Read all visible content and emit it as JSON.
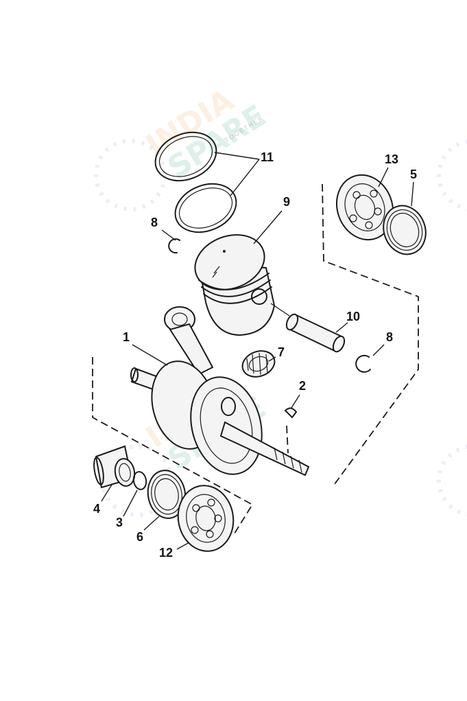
{
  "watermark": {
    "line1": "INDIA",
    "line2": "SPARE",
    "tagline": "TOGETHER",
    "colors": {
      "line1": "#f2a65a",
      "line2": "#3aa57a",
      "badge": "#3f51b5"
    }
  },
  "callouts": {
    "crankshaft": "1",
    "woodruff_key": "2",
    "shim": "3",
    "collar": "4",
    "oil_seal_right": "5",
    "oil_seal_left": "6",
    "needle_bearing": "7",
    "circlip_upper": "8",
    "circlip_lower": "8",
    "piston": "9",
    "piston_pin": "10",
    "piston_rings": "11",
    "bearing_left": "12",
    "bearing_right": "13"
  }
}
